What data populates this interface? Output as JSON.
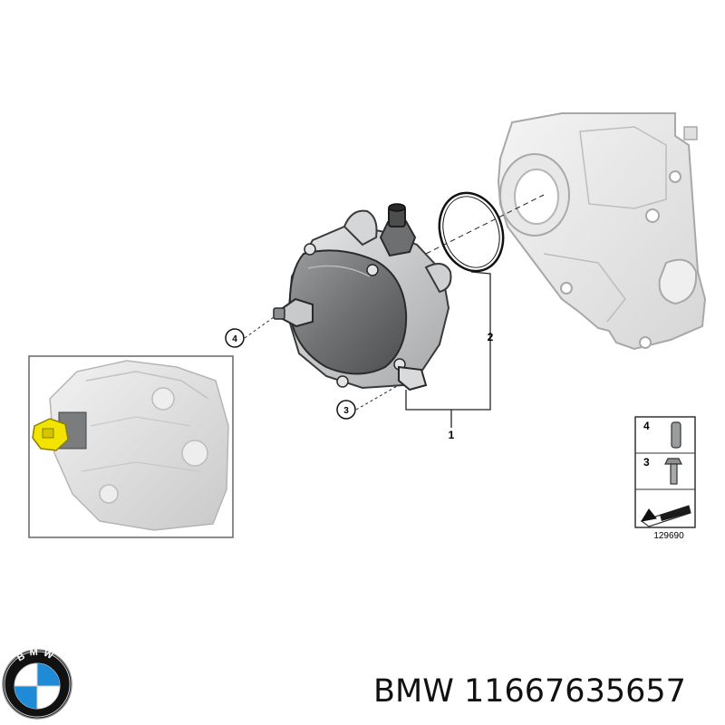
{
  "diagram": {
    "callouts": {
      "c4": "4",
      "c3": "3"
    },
    "line_labels": {
      "l2": "2",
      "l1": "1"
    },
    "legend": {
      "row_top": "4",
      "row_bottom": "3"
    },
    "figure_number": "129690"
  },
  "logo": {
    "brand_text": "BMW",
    "colors": {
      "blue": "#1f8bd6",
      "black": "#111111",
      "white": "#ffffff"
    }
  },
  "caption": {
    "brand": "BMW",
    "part_number": "11667635657"
  }
}
